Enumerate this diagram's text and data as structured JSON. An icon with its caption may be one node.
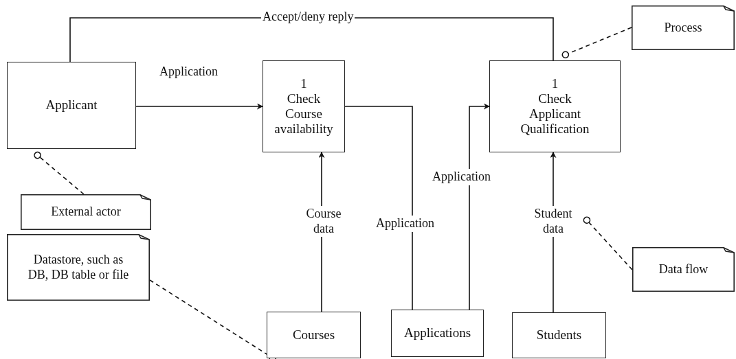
{
  "diagram": {
    "nodes": [
      {
        "text": [
          "Applicant"
        ]
      },
      {
        "text": [
          "1",
          "Check Course availability"
        ]
      },
      {
        "text": [
          "1",
          "Check Applicant Qualification"
        ]
      },
      {
        "text": [
          "Courses"
        ]
      },
      {
        "text": [
          "Applications"
        ]
      },
      {
        "text": [
          "Students"
        ]
      },
      {
        "text": [
          "External actor"
        ]
      },
      {
        "text": [
          "Datastore, such as DB, DB table or file"
        ]
      },
      {
        "text": [
          "Process"
        ]
      },
      {
        "text": [
          "Data flow"
        ]
      }
    ],
    "edges": [
      {
        "from": 0,
        "to": 1,
        "arrow": "to",
        "label": "Application"
      },
      {
        "from": 2,
        "to": 0,
        "arrow": "none",
        "label": "Accept/deny reply"
      },
      {
        "from": 1,
        "to": 4,
        "arrow": "none",
        "label": "Application"
      },
      {
        "from": 4,
        "to": 2,
        "arrow": "to",
        "label": "Application"
      },
      {
        "from": 3,
        "to": 1,
        "arrow": "to",
        "label": "Course data"
      },
      {
        "from": 5,
        "to": 2,
        "arrow": "to",
        "label": "Student data"
      },
      {
        "from": 6,
        "to": 0,
        "arrow": "other",
        "style": "dashed"
      },
      {
        "from": 7,
        "to": 3,
        "arrow": "other",
        "style": "dashed"
      },
      {
        "from": 8,
        "to": 2,
        "arrow": "other",
        "style": "dashed"
      },
      {
        "from": 9,
        "to": null,
        "arrow": "other",
        "style": "dashed"
      }
    ]
  }
}
